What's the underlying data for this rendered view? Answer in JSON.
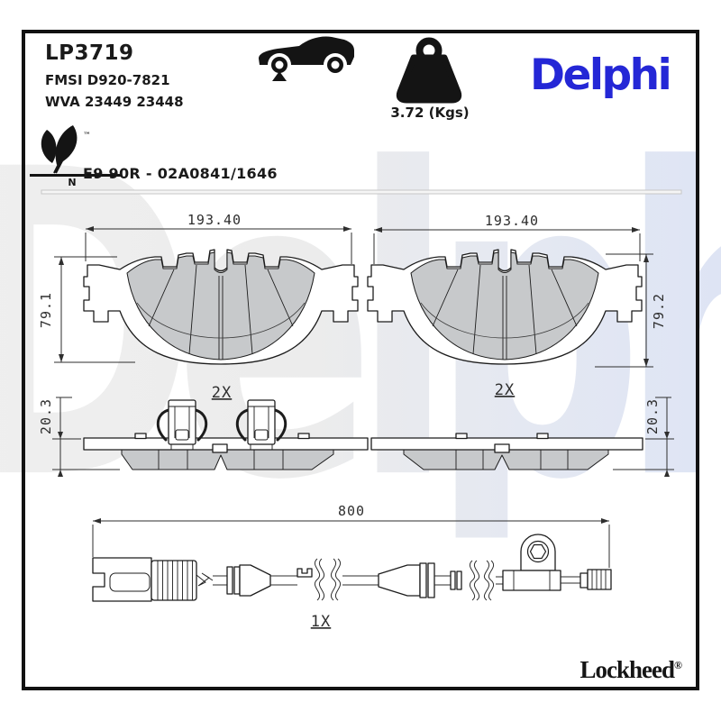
{
  "page": {
    "part_number": "LP3719",
    "fmsi_code": "FMSI D920-7821",
    "wva_code": "WVA 23449 23448",
    "weight": "3.72 (Kgs)",
    "brand_logo": "Delphi",
    "eco_mark": {
      "tm": "™",
      "n_label": "N"
    },
    "approval_code": "E9 90R - 02A0841/1646",
    "watermark_text": "Delphi",
    "footer_logo": "Lockheed",
    "footer_registered": "®"
  },
  "drawings": {
    "pad_front_left": {
      "width": "193.40",
      "height": "79.1",
      "quantity": "2X"
    },
    "pad_front_right": {
      "width": "193.40",
      "height": "79.2",
      "quantity": "2X"
    },
    "pad_side_left": {
      "thickness": "20.3"
    },
    "pad_side_right": {
      "thickness": "20.3"
    },
    "wear_sensor": {
      "length": "800",
      "quantity": "1X"
    }
  },
  "colors": {
    "brand_blue": "#2427d6",
    "friction_gray": "#c7c9cb",
    "watermark_gray": "#ececec",
    "watermark_blue": "#dae2f6",
    "line": "#1c1c1c"
  }
}
